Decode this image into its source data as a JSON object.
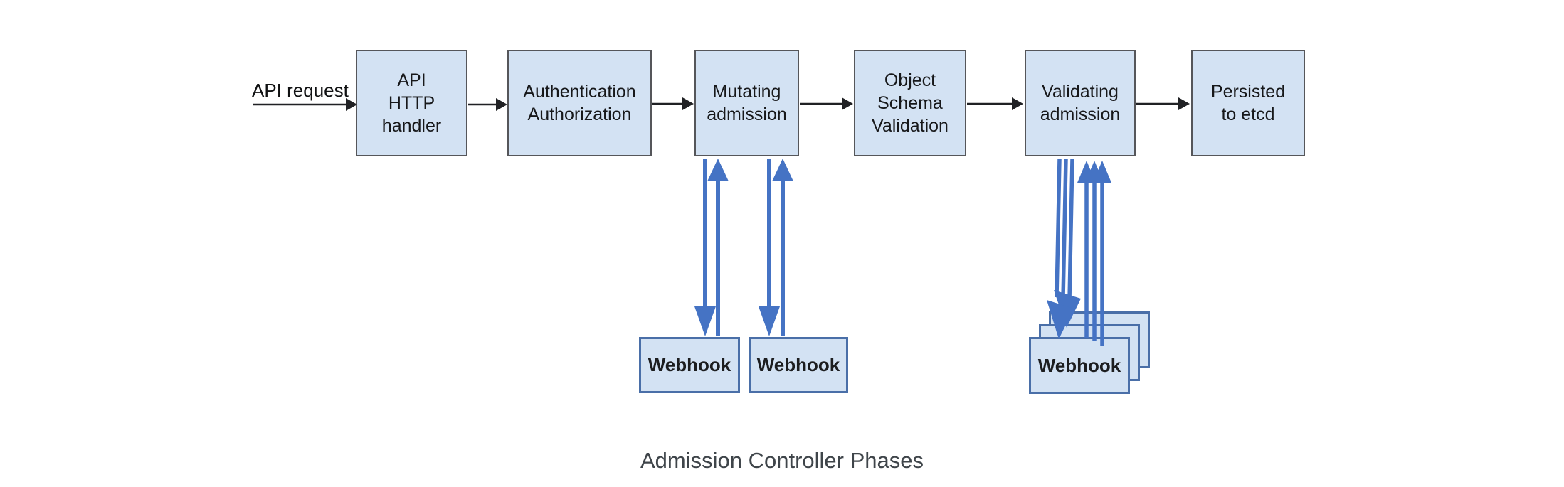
{
  "diagram": {
    "caption": "Admission Controller Phases",
    "request_label": "API request",
    "phase_boxes": [
      {
        "label": "API\nHTTP\nhandler"
      },
      {
        "label": "Authentication\nAuthorization"
      },
      {
        "label": "Mutating\nadmission"
      },
      {
        "label": "Object\nSchema\nValidation"
      },
      {
        "label": "Validating\nadmission"
      },
      {
        "label": "Persisted\nto etcd"
      }
    ],
    "mutating_webhooks": [
      {
        "label": "Webhook"
      },
      {
        "label": "Webhook"
      }
    ],
    "validating_webhook_stack": {
      "front_label": "Webhook"
    },
    "colors": {
      "box_fill": "#d3e2f3",
      "box_border": "#55565a",
      "webhook_border": "#4a6fa8",
      "blue_arrow": "#4573c4",
      "black_arrow": "#202124",
      "caption_text": "#3f454a"
    }
  }
}
